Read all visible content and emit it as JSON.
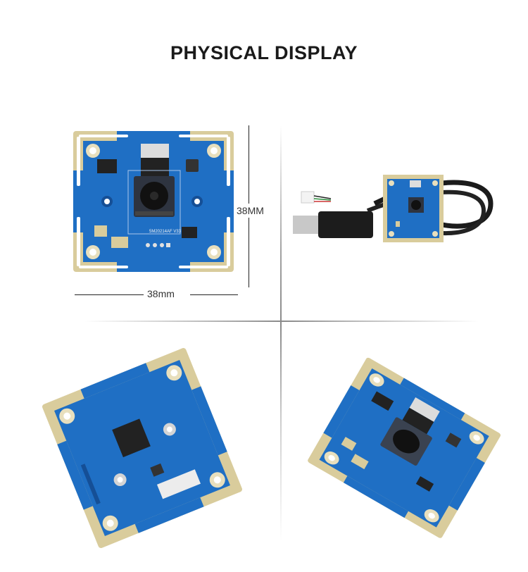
{
  "page": {
    "title": "PHYSICAL DISPLAY"
  },
  "dimensions": {
    "height_label": "38MM",
    "width_label": "38mm"
  },
  "photos": [
    {
      "id": "top-view",
      "description": "Camera module PCB, front view with dimensions"
    },
    {
      "id": "with-usb-cable",
      "description": "Camera module with USB cable"
    },
    {
      "id": "back-view",
      "description": "Camera module PCB, back side angled"
    },
    {
      "id": "angled-front-view",
      "description": "Camera module PCB, front side angled"
    }
  ],
  "pcb_labels": {
    "model": "5M20214AF",
    "version": "V33"
  },
  "colors": {
    "pcb_blue": "#1f6fc4",
    "pcb_blue_dark": "#154f96",
    "gold_pad": "#d9cc9c",
    "silkscreen_white": "#f2f2f2",
    "chip_black": "#222222",
    "text": "#1a1a1a"
  }
}
